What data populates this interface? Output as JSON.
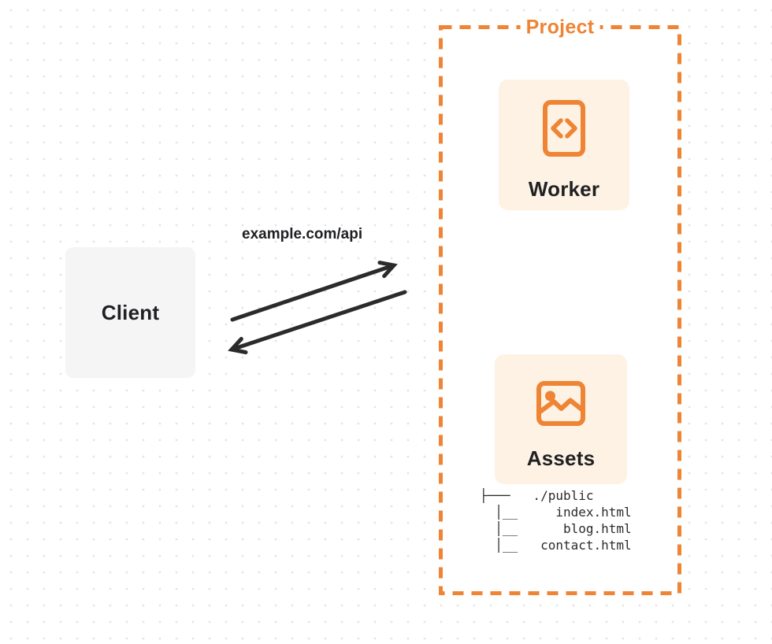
{
  "diagram": {
    "client": {
      "label": "Client"
    },
    "request": {
      "label": "example.com/api"
    },
    "project": {
      "label": "Project",
      "worker": {
        "label": "Worker",
        "icon": "code-document-icon"
      },
      "assets": {
        "label": "Assets",
        "icon": "image-icon"
      },
      "file_tree": {
        "lines": [
          "├───   ./public",
          "  │__     index.html",
          "  │__      blog.html",
          "  │__   contact.html"
        ]
      }
    },
    "colors": {
      "orange": "#EE8434",
      "card_bg": "#FDF2E3",
      "client_bg": "#F5F5F6",
      "arrow": "#2B2B2B",
      "text_dark": "#1F2023",
      "dot": "#E4E4E7",
      "bg": "#FFFFFF"
    }
  }
}
